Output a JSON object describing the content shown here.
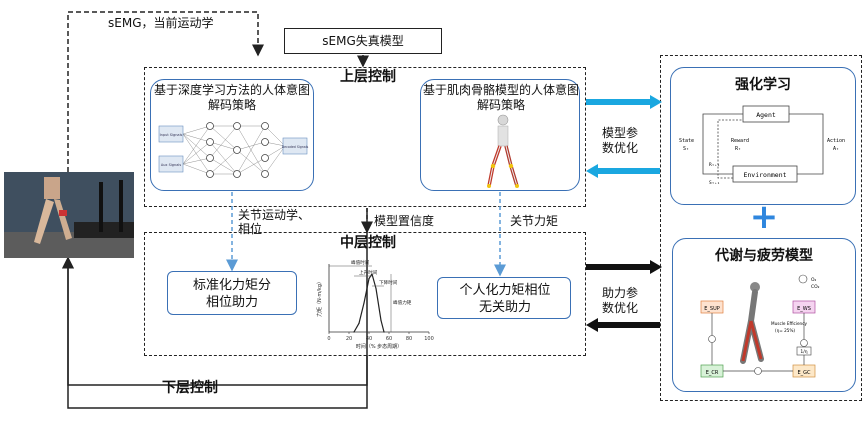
{
  "labels": {
    "semg_kinematics": "sEMG，当前运动学",
    "semg_sim_model": "sEMG失真模型",
    "upper_control": "上层控制",
    "middle_control": "中层控制",
    "lower_control": "下层控制",
    "deep_learning_strategy": "基于深度学习方法的人体意图解码策略",
    "musculoskeletal_strategy": "基于肌肉骨骼模型的人体意图解码策略",
    "model_param_opt": "模型参数优化",
    "assist_param_opt": "助力参数优化",
    "joint_kinematics_phase": "关节运动学、相位",
    "model_confidence": "模型置信度",
    "joint_torque": "关节力矩",
    "standard_torque": "标准化力矩分相位助力",
    "personal_torque": "个人化力矩相位无关助力",
    "reinforcement_learning": "强化学习",
    "metabolism_fatigue": "代谢与疲劳模型",
    "plus": "+"
  },
  "rl_diagram": {
    "agent": "Agent",
    "environment": "Environment",
    "state": "State",
    "state_sym": "Sₜ",
    "reward": "Reward",
    "reward_sym": "Rₜ",
    "action": "Action",
    "action_sym": "Aₜ",
    "r_next": "Rₜ₊₁",
    "s_next": "Sₜ₊₁"
  },
  "metab_diagram": {
    "e_sup": "E_SUP",
    "e_ws": "E_WS",
    "e_cr": "E_CR",
    "e_gc": "E_GC",
    "o2": "O₂",
    "co2": "CO₂",
    "muscle_eff": "Muscle Efficiency",
    "eta": "(η= 25%)",
    "one_over_eta": "1/η"
  },
  "nn": {
    "input1": "Input Signals",
    "input2": "Aux Signals",
    "output": "Decoded Signals"
  },
  "chart_data": {
    "type": "line",
    "xlabel": "时间（%   步态周期）",
    "ylabel": "力矩（N·m/kg）",
    "x_ticks": [
      "0",
      "20",
      "40",
      "60",
      "80",
      "100"
    ],
    "annotations": [
      "峰值时间",
      "上升时间",
      "下降时间",
      "峰值力矩"
    ],
    "x": [
      25,
      30,
      35,
      40,
      43,
      47,
      52,
      55
    ],
    "values": [
      0,
      0.15,
      0.5,
      0.92,
      1.0,
      0.75,
      0.2,
      0
    ]
  }
}
